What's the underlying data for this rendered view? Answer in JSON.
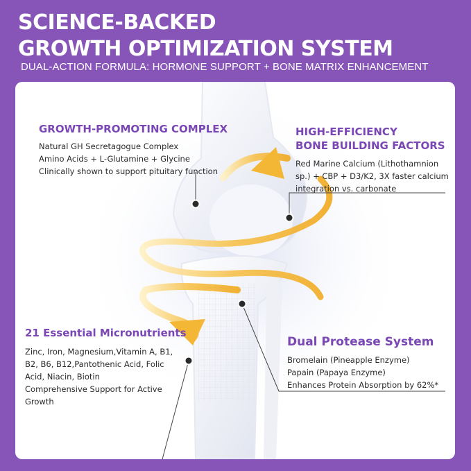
{
  "header": {
    "title_line1": "SCIENCE-BACKED",
    "title_line2": "GROWTH OPTIMIZATION SYSTEM",
    "subtitle": "DUAL-ACTION FORMULA: HORMONE SUPPORT + BONE MATRIX ENHANCEMENT"
  },
  "sections": {
    "growth": {
      "heading": "GROWTH-PROMOTING COMPLEX",
      "lines": [
        "Natural GH Secretagogue Complex",
        "Amino Acids + L-Glutamine + Glycine",
        "Clinically shown to support pituitary function"
      ]
    },
    "bone": {
      "heading_line1": "HIGH-EFFICIENCY",
      "heading_line2": "BONE BUILDING FACTORS",
      "lines": [
        "Red Marine Calcium (Lithothamnion",
        "sp.) + CBP + D3/K2, 3X faster calcium",
        "integration vs. carbonate"
      ]
    },
    "micro": {
      "heading": "21 Essential Micronutrients",
      "lines": [
        "Zinc, Iron, Magnesium,Vitamin A, B1,",
        "B2, B6, B12,Pantothenic Acid, Folic",
        "Acid, Niacin, Biotin",
        "Comprehensive Support for Active",
        "Growth"
      ]
    },
    "protease": {
      "heading": "Dual Protease System",
      "lines": [
        "Bromelain (Pineapple Enzyme)",
        "Papain (Papaya Enzyme)",
        "Enhances Protein Absorption by 62%*"
      ]
    }
  },
  "colors": {
    "background": "#8755b8",
    "heading": "#7a47b4",
    "accent_gold": "#f2b632",
    "bone": "#eef0f6"
  },
  "illustration": "knee-joint-with-gold-spiral-arrows"
}
